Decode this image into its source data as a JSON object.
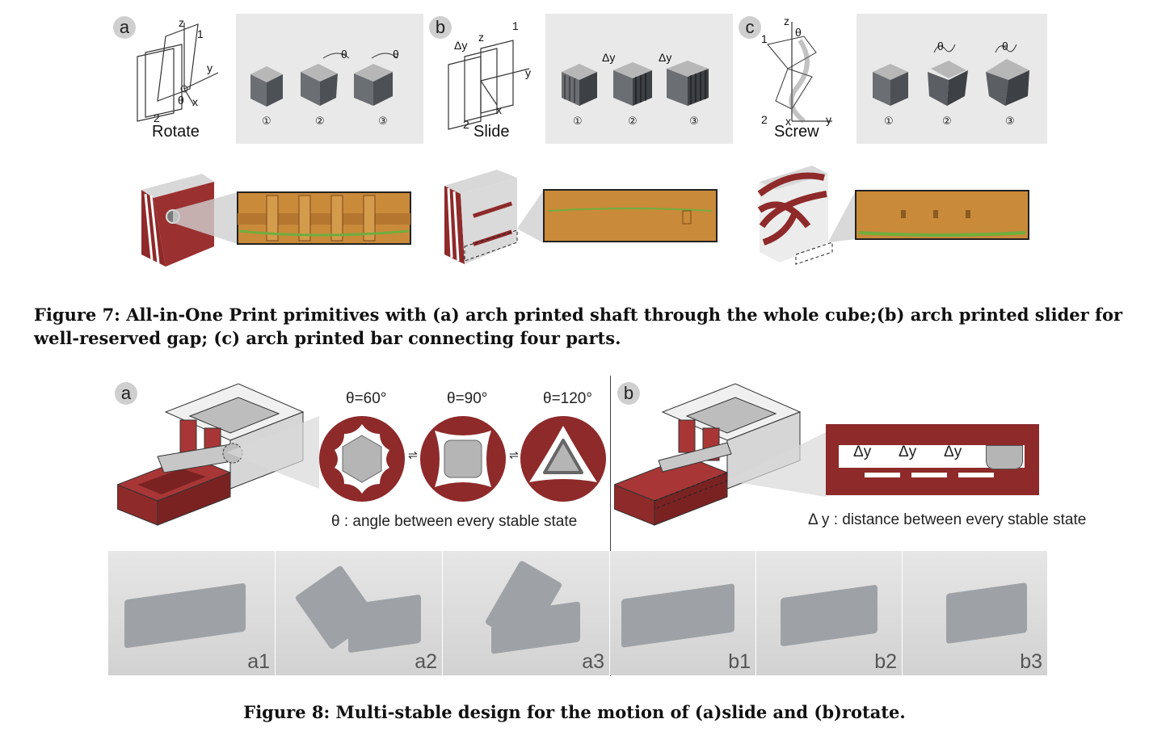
{
  "figure7": {
    "panels": [
      {
        "badge": "a",
        "title": "Rotate",
        "steps": [
          "①",
          "②",
          "③"
        ],
        "motion": "θ",
        "axes": {
          "z": "z",
          "y": "y",
          "x": "x",
          "one": "1",
          "two": "2",
          "theta": "θ"
        }
      },
      {
        "badge": "b",
        "title": "Slide",
        "steps": [
          "①",
          "②",
          "③"
        ],
        "motion": "Δy",
        "axes": {
          "z": "z",
          "y": "y",
          "x": "x",
          "one": "1",
          "two": "2",
          "delta": "Δy"
        }
      },
      {
        "badge": "c",
        "title": "Screw",
        "steps": [
          "①",
          "②",
          "③"
        ],
        "motion": "θ",
        "axes": {
          "z": "z",
          "y": "y",
          "x": "x",
          "one": "1",
          "two": "2",
          "theta": "θ"
        }
      }
    ],
    "caption": "Figure 7: All-in-One Print primitives with (a) arch printed shaft through the whole cube;(b) arch printed slider for well-reserved gap; (c) arch printed bar connecting four parts.",
    "colors": {
      "maroon": "#8e2a2a",
      "wood": "#c98a3a",
      "green": "#6fae3d"
    }
  },
  "figure8": {
    "badge_a": "a",
    "badge_b": "b",
    "angles": [
      "θ=60°",
      "θ=90°",
      "θ=120°"
    ],
    "theta_note": "θ : angle between every stable state",
    "delta_labels": [
      "Δy",
      "Δy",
      "Δy"
    ],
    "delta_note": "Δ y : distance between every stable state",
    "photos": [
      "a1",
      "a2",
      "a3",
      "b1",
      "b2",
      "b3"
    ],
    "caption": "Figure 8: Multi-stable design for the motion of (a)slide and (b)rotate.",
    "colors": {
      "maroon": "#8e2a2a",
      "plastic": "#9ea2a6"
    }
  }
}
